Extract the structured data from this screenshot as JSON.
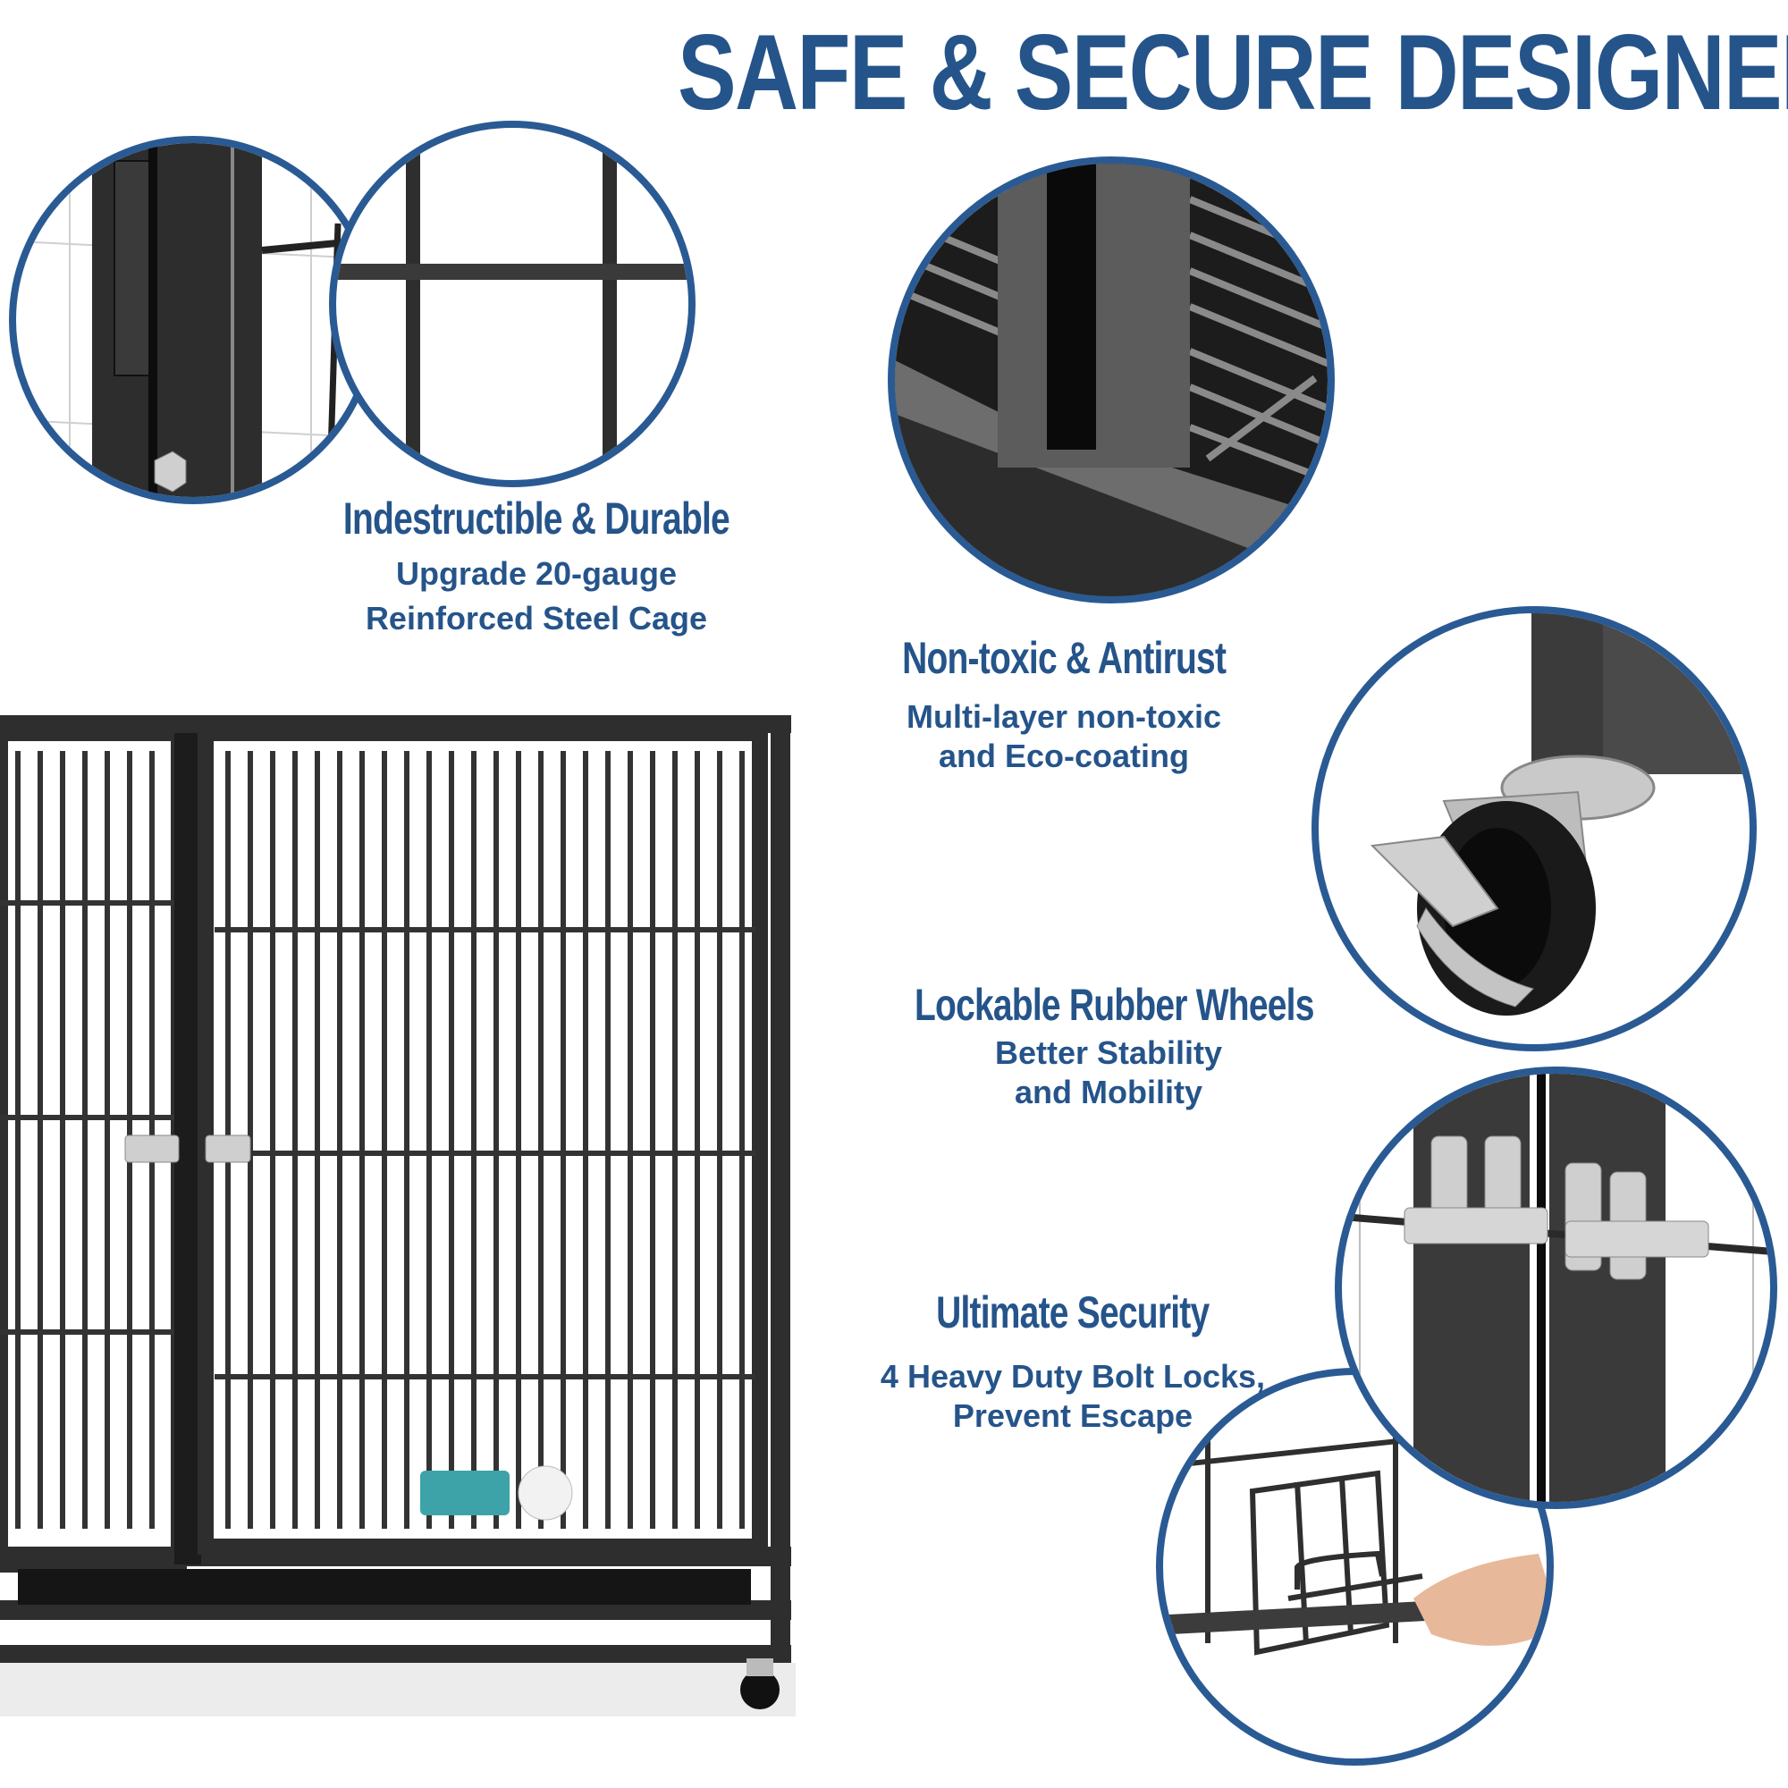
{
  "title": "SAFE & SECURE DESIGNED",
  "features": [
    {
      "heading": "Indestructible & Durable",
      "lines": [
        "Upgrade 20-gauge",
        "Reinforced Steel Cage"
      ]
    },
    {
      "heading": "Non-toxic & Antirust",
      "lines": [
        "Multi-layer non-toxic",
        "and Eco-coating"
      ]
    },
    {
      "heading": "Lockable Rubber Wheels",
      "lines": [
        "Better Stability",
        "and Mobility"
      ]
    },
    {
      "heading": "Ultimate Security",
      "lines": [
        "4 Heavy Duty Bolt Locks,",
        "Prevent Escape"
      ]
    }
  ],
  "detail_images": [
    {
      "subject": "hinge-post-closeup"
    },
    {
      "subject": "wire-grid-closeup"
    },
    {
      "subject": "frame-corner-closeup"
    },
    {
      "subject": "lockable-caster-wheel-closeup"
    },
    {
      "subject": "double-bolt-latch-closeup"
    },
    {
      "subject": "hand-operating-door-latch"
    }
  ],
  "product": {
    "subject": "heavy-duty-dog-crate-on-wheels",
    "bowl_color": "#3ea3a8"
  },
  "colors": {
    "accent": "#25548a",
    "ring": "#2a5a93",
    "background": "#ffffff",
    "metal": "#2b2b2b"
  }
}
